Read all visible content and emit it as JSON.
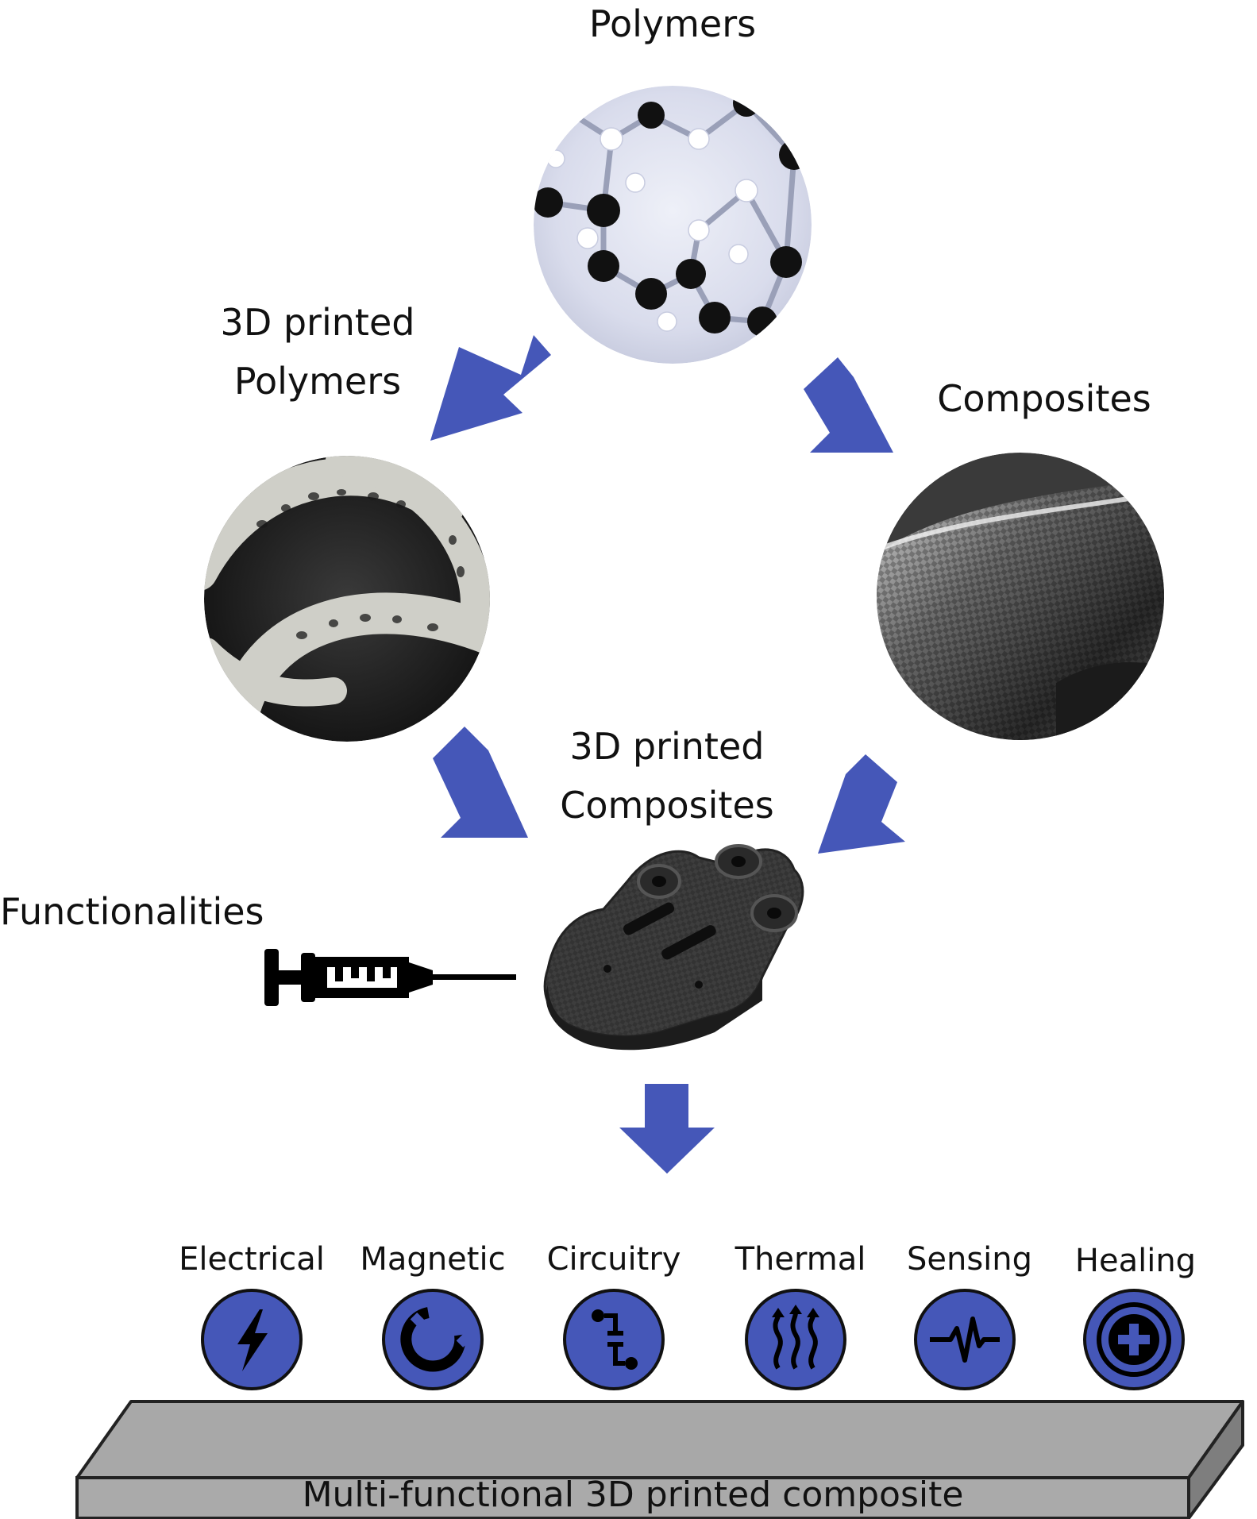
{
  "labels": {
    "polymers": "Polymers",
    "printed_polymers_line1": "3D printed",
    "printed_polymers_line2": "Polymers",
    "composites": "Composites",
    "printed_composites_line1": "3D printed",
    "printed_composites_line2": "Composites",
    "functionalities": "Functionalities",
    "slab": "Multi-functional 3D printed composite"
  },
  "functions": [
    {
      "label": "Electrical",
      "icon": "lightning-icon"
    },
    {
      "label": "Magnetic",
      "icon": "magnet-icon"
    },
    {
      "label": "Circuitry",
      "icon": "circuit-icon"
    },
    {
      "label": "Thermal",
      "icon": "heat-waves-icon"
    },
    {
      "label": "Sensing",
      "icon": "signal-wave-icon"
    },
    {
      "label": "Healing",
      "icon": "plus-icon"
    }
  ],
  "colors": {
    "arrow": "#4557b8",
    "icon_circle": "#4557b8",
    "slab_top": "#a8a8a8",
    "slab_side": "#7e7e7e",
    "text": "#111111"
  }
}
